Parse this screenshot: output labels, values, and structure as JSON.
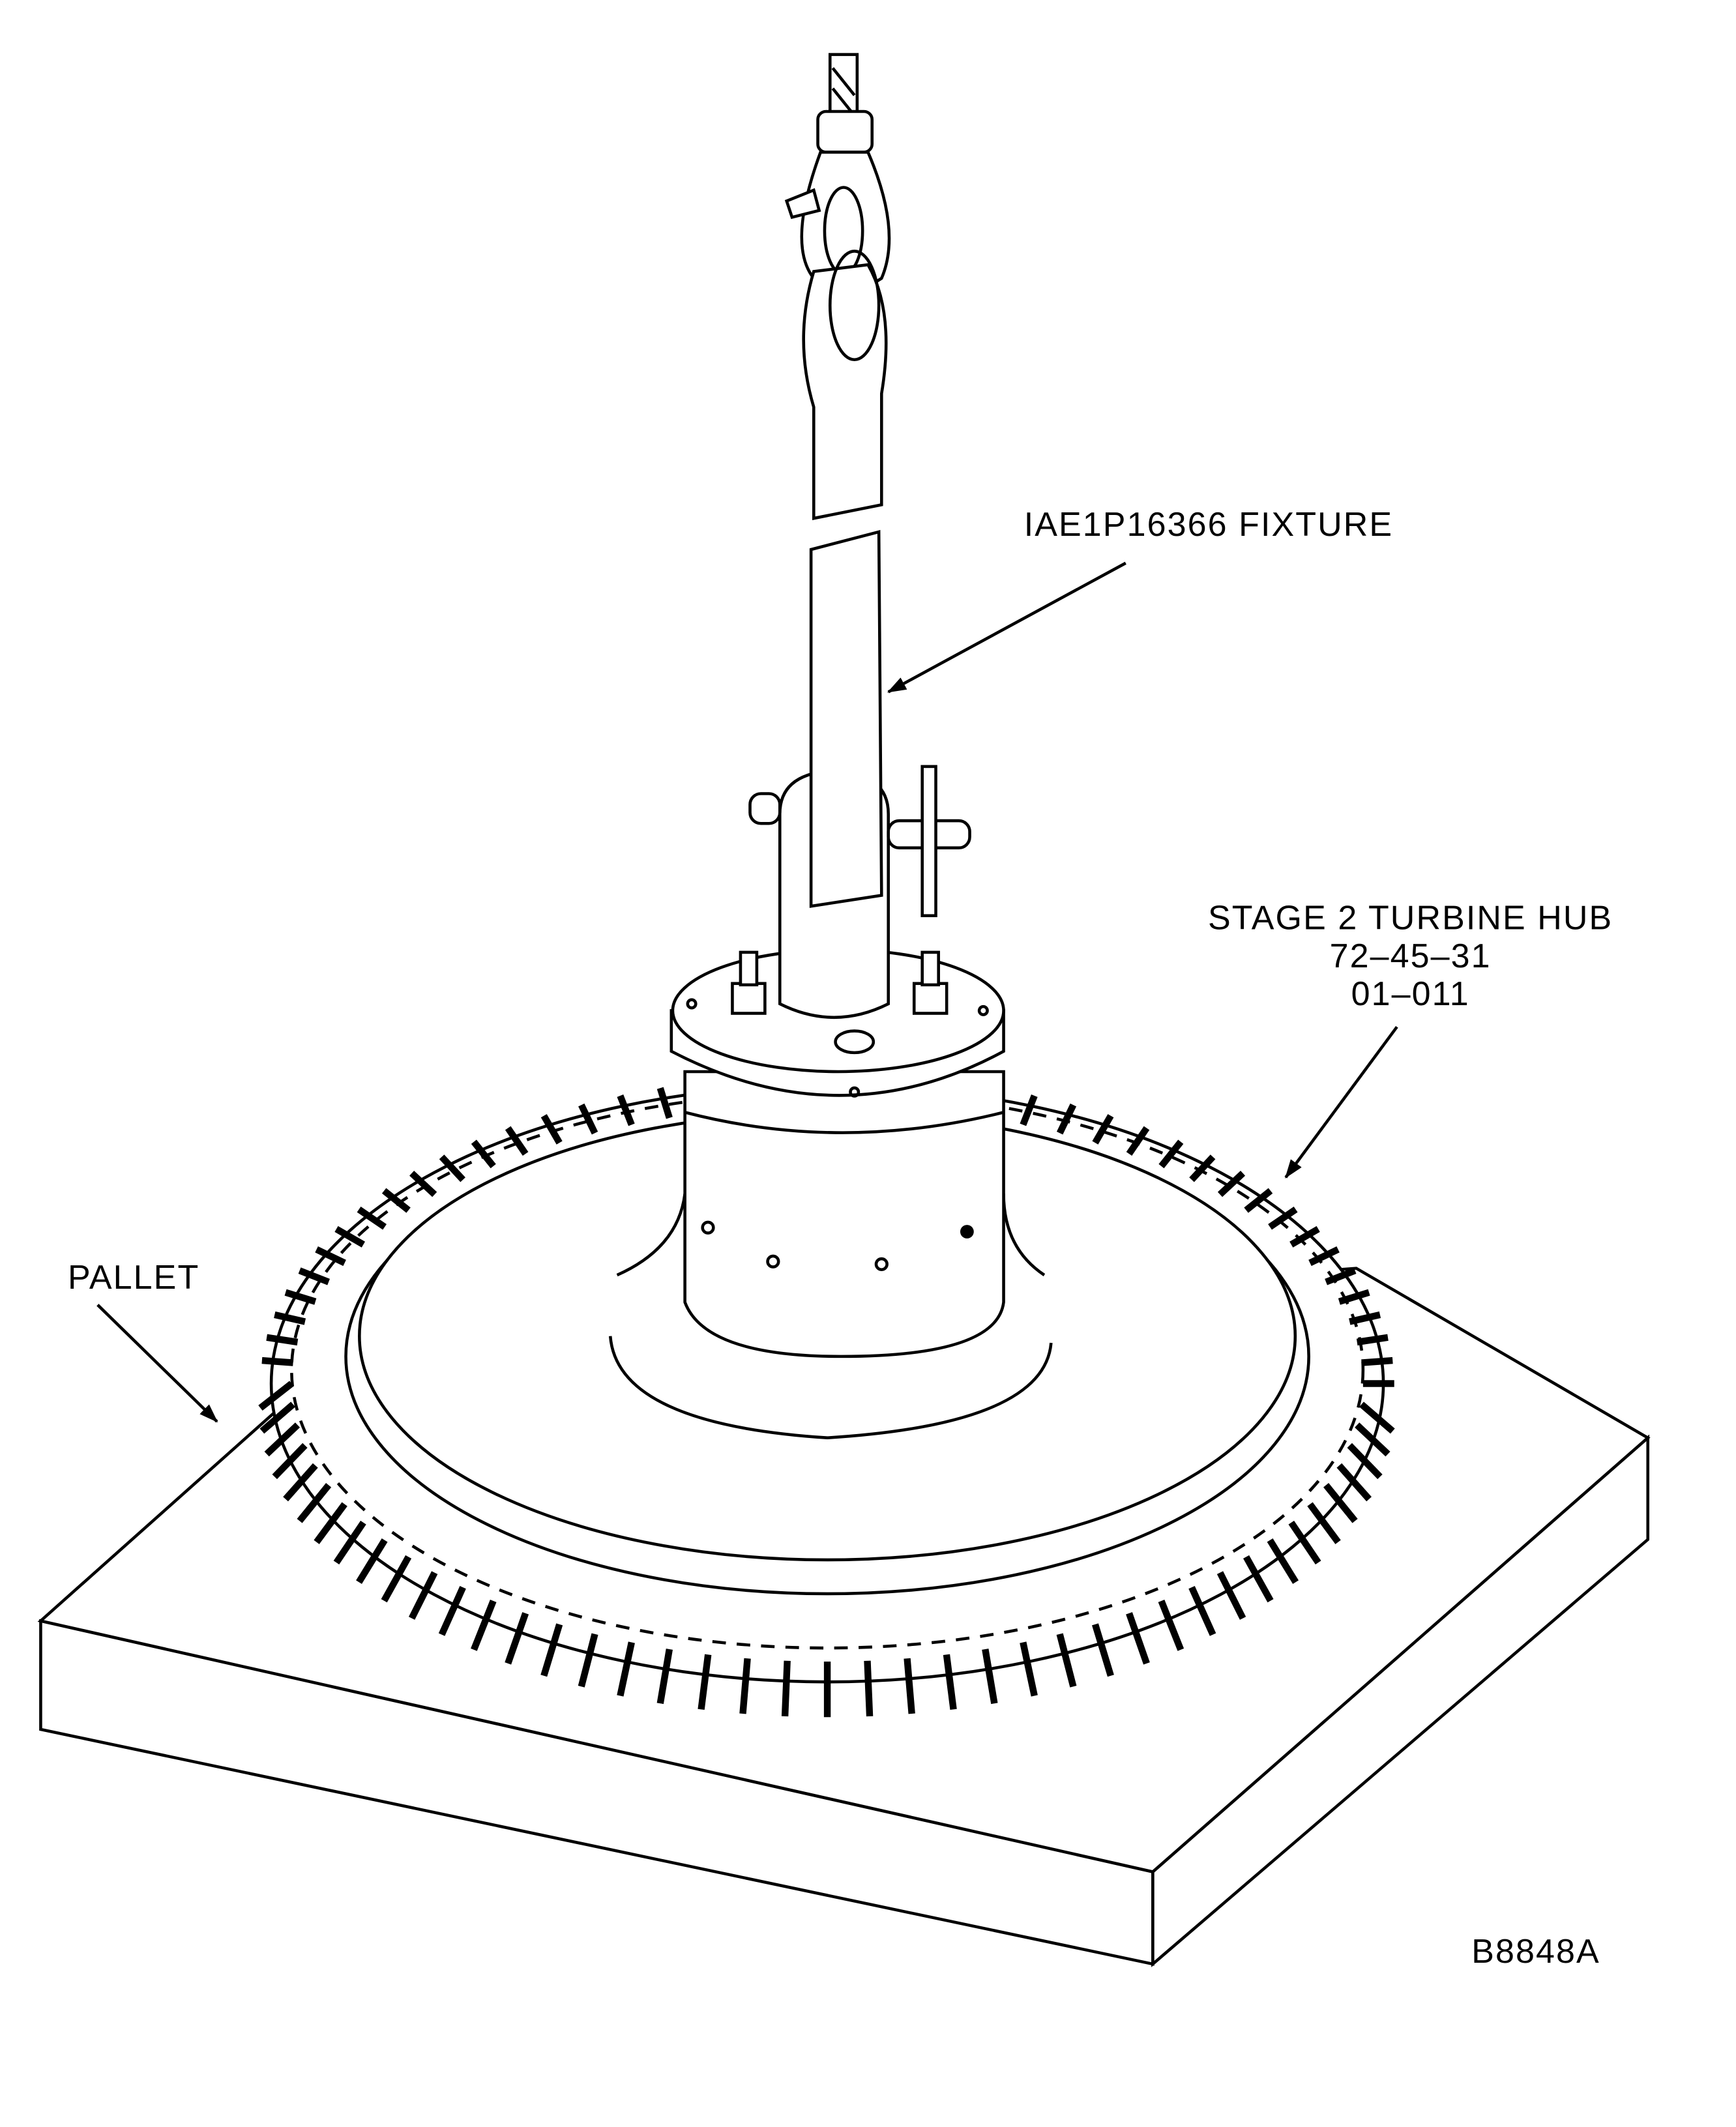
{
  "labels": {
    "fixture": "IAE1P16366  FIXTURE",
    "hub_line1": "STAGE 2 TURBINE HUB",
    "hub_line2": "72–45–31",
    "hub_line3": "01–011",
    "pallet": "PALLET",
    "figure_id": "B8848A"
  }
}
